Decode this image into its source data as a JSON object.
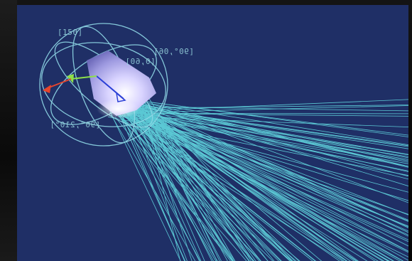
{
  "viewport": {
    "labels": {
      "top_left": "[150]",
      "top_right_mirrored": "[90°,06]",
      "mid_mirrored": "[0,60]",
      "bottom_mirrored": "[90°,210°]"
    }
  },
  "colors": {
    "background": "#1f2f66",
    "rays": "#66e3e8",
    "gimbal": "#8fd8e6",
    "cone": "#b5b3ec",
    "axis_blue": "#2a3fd6",
    "axis_green": "#8ce04a",
    "axis_red": "#e5452d"
  }
}
